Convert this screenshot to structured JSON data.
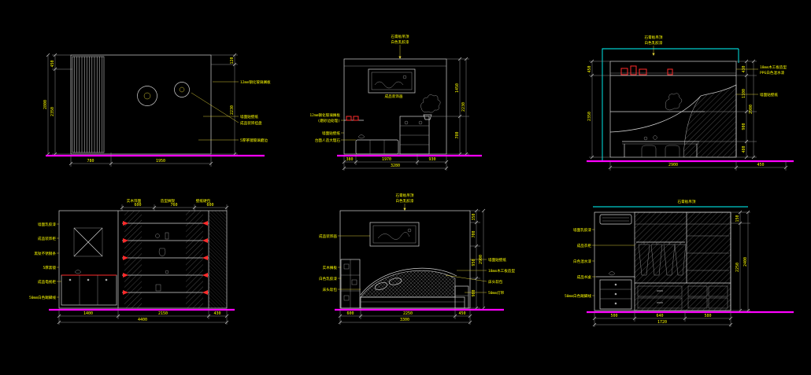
{
  "canvas": {
    "background": "#000000"
  },
  "colors": {
    "line": "#d4d4d4",
    "dimension_text": "#ffff00",
    "accent_red": "#ff2a2a",
    "accent_cyan": "#00ffff",
    "floor_line": "#ff00ff"
  },
  "panels": {
    "p1": {
      "dims_left": [
        "450",
        "2350",
        "2800"
      ],
      "dims_right": [
        "120",
        "2230"
      ],
      "dims_bottom": [
        "780",
        "1950"
      ],
      "ann_right": [
        "12mm钢化玻璃搁板",
        "墙面贴壁纸",
        "成品装饰挂盘",
        "5厚茶镜玻璃磨边"
      ]
    },
    "p2": {
      "top_note": [
        "石膏板吊顶",
        "白色乳胶漆"
      ],
      "caption": "成品装饰画",
      "ann_left": [
        "12mm钢化玻璃搁板",
        "(磨砂边处理)",
        "墙面贴壁纸",
        "台面人造大理石"
      ],
      "dims_right": [
        "1450",
        "780",
        "2230"
      ],
      "dims_bottom": [
        "380",
        "1970",
        "930"
      ],
      "dims_bottom_total": "3280"
    },
    "p3": {
      "top_note": [
        "石膏板吊顶",
        "白色乳胶漆"
      ],
      "ann_right": [
        "18mm木工板造型",
        "PPG白色混水漆",
        "墙面贴壁纸"
      ],
      "dims_left": [
        "450",
        "2350"
      ],
      "dims_right": [
        "430",
        "1100",
        "900",
        "480",
        "2900"
      ],
      "dims_bottom": [
        "2900",
        "450"
      ]
    },
    "p4": {
      "top_labels": [
        "实木饰面",
        "造型搁架",
        "壁纸硬包"
      ],
      "dims_top": [
        "600",
        "760",
        "600"
      ],
      "ann_left": [
        "墙面乳胶漆",
        "成品装饰柜",
        "黑钛不锈钢条",
        "5厚黑镜",
        "成品电视柜",
        "50mm白色踢脚线"
      ],
      "dims_bottom": [
        "1400",
        "2150",
        "430"
      ],
      "dims_bottom_total": "4400"
    },
    "p5": {
      "top_note": [
        "石膏板吊顶",
        "白色乳胶漆"
      ],
      "ann_left": [
        "成品装饰画",
        "实木搁板",
        "白色乳胶漆",
        "床头软包"
      ],
      "ann_right": [
        "墙面贴壁纸",
        "18mm木工板造型",
        "床头软包",
        "50mm灯带"
      ],
      "dims_right": [
        "350",
        "700",
        "950",
        "900",
        "2900"
      ],
      "dims_bottom": [
        "600",
        "2250",
        "450"
      ],
      "dims_bottom_total": "3300"
    },
    "p6": {
      "top_note": "石膏板吊顶",
      "ann_left": [
        "墙面乳胶漆",
        "成品衣柜",
        "白色混水漆",
        "成品书桌",
        "50mm白色踢脚线"
      ],
      "dims_right": [
        "150",
        "2250",
        "2400"
      ],
      "dims_bottom": [
        "500",
        "640",
        "580"
      ],
      "dims_bottom_total": "1720"
    }
  }
}
